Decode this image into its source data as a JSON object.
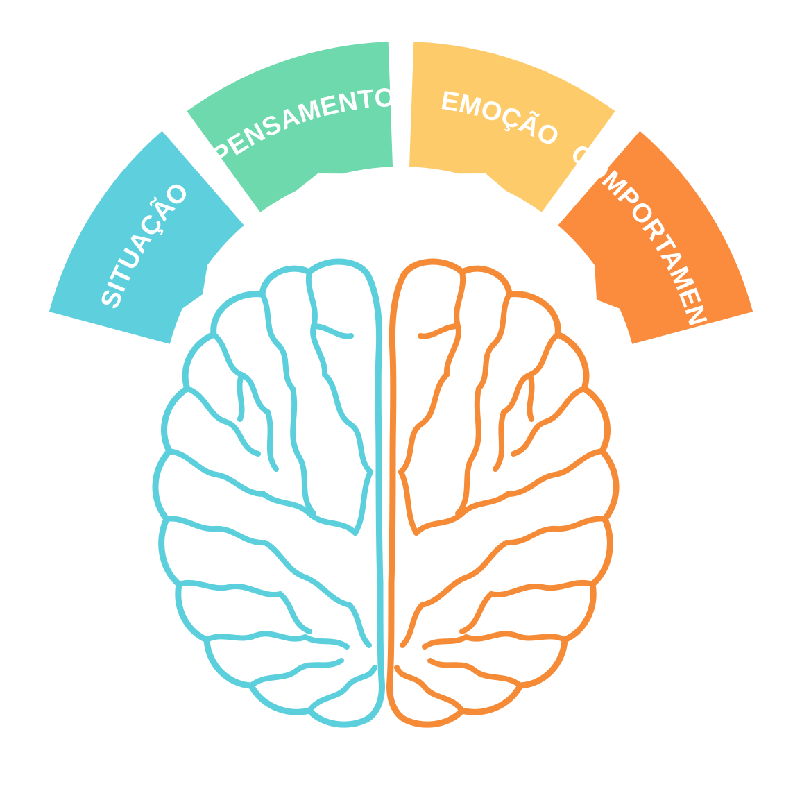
{
  "diagram": {
    "segments": [
      {
        "id": "situacao",
        "label": "SITUAÇÃO",
        "color": "#5ecfdd",
        "text_color": "#ffffff"
      },
      {
        "id": "pensamento",
        "label": "PENSAMENTO",
        "color": "#6dd9ad",
        "text_color": "#ffffff"
      },
      {
        "id": "emocao",
        "label": "EMOÇÃO",
        "color": "#fecb6a",
        "text_color": "#ffffff"
      },
      {
        "id": "comportamento",
        "label": "COMPORTAMENTO",
        "color": "#fb8c3d",
        "text_color": "#ffffff"
      }
    ],
    "brain": {
      "left_hemisphere_color": "#5ccfdc",
      "right_hemisphere_color": "#f68b37"
    }
  }
}
